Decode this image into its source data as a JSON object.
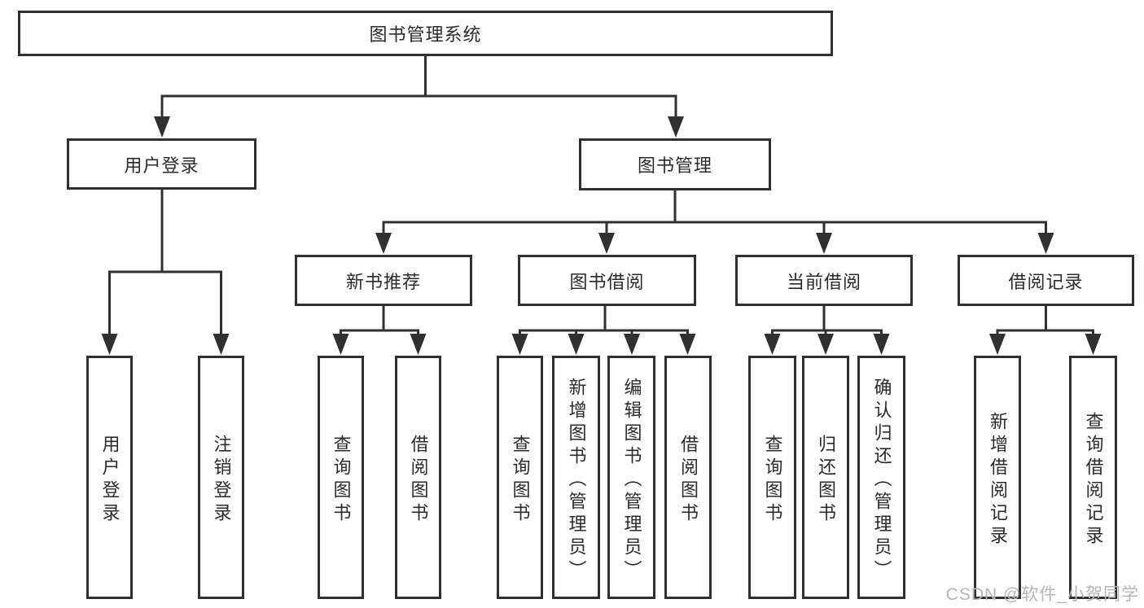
{
  "diagram": {
    "tree": {
      "label": "图书管理系统",
      "children": [
        {
          "label": "用户登录",
          "children": [
            {
              "label": "用户登录"
            },
            {
              "label": "注销登录"
            }
          ]
        },
        {
          "label": "图书管理",
          "children": [
            {
              "label": "新书推荐",
              "children": [
                {
                  "label": "查询图书"
                },
                {
                  "label": "借阅图书"
                }
              ]
            },
            {
              "label": "图书借阅",
              "children": [
                {
                  "label": "查询图书"
                },
                {
                  "label": "新增图书（管理员）"
                },
                {
                  "label": "编辑图书（管理员）"
                },
                {
                  "label": "借阅图书"
                }
              ]
            },
            {
              "label": "当前借阅",
              "children": [
                {
                  "label": "查询图书"
                },
                {
                  "label": "归还图书"
                },
                {
                  "label": "确认归还（管理员）"
                }
              ]
            },
            {
              "label": "借阅记录",
              "children": [
                {
                  "label": "新增借阅记录"
                },
                {
                  "label": "查询借阅记录"
                }
              ]
            }
          ]
        }
      ]
    }
  },
  "watermark": {
    "text": "CSDN @软件_小贺同学"
  },
  "colors": {
    "line": "#303030",
    "text": "#2b2b2b",
    "background": "#ffffff",
    "watermark": "#b5b5b5"
  }
}
